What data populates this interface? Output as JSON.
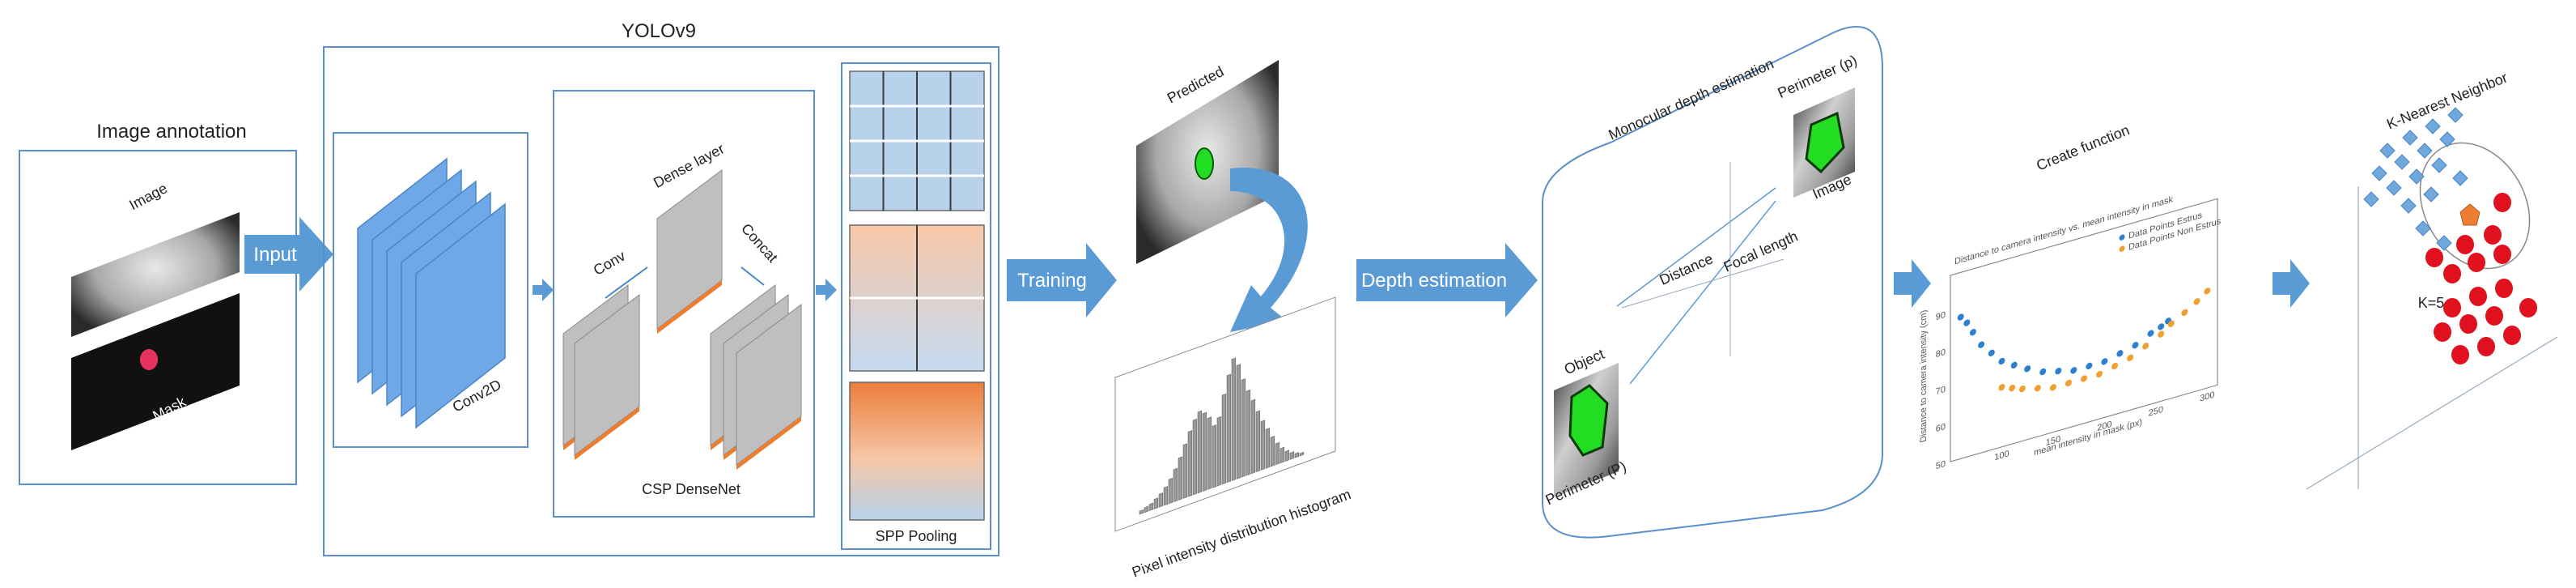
{
  "annotation": {
    "title": "Image annotation",
    "image_label": "Image",
    "mask_label": "Mask"
  },
  "arrows": {
    "input": "Input",
    "training": "Training",
    "depth": "Depth estimation"
  },
  "yolo": {
    "title": "YOLOv9",
    "conv2d_label": "Conv2D",
    "csp_title": "CSP DenseNet",
    "dense_layer": "Dense layer",
    "conv": "Conv",
    "concat": "Concat",
    "spp_title": "SPP Pooling"
  },
  "prediction": {
    "predicted_label": "Predicted",
    "histogram_label": "Pixel intensity distribution histogram"
  },
  "depth_panel": {
    "title": "Monocular depth estimation",
    "object_label": "Object",
    "perimeter_object": "Perimeter (P)",
    "perimeter_image": "Perimeter (p)",
    "image_label": "Image",
    "distance_label": "Distance",
    "focal_label": "Focal length"
  },
  "function_panel": {
    "title": "Create function"
  },
  "knn_panel": {
    "title": "K-Nearest Neighbor",
    "k_label": "K=5"
  },
  "colors": {
    "accent": "#5b9bd5",
    "frame": "#5b8fc7",
    "layer_blue": "#6fa8e6",
    "layer_gray": "#bfbfbf",
    "layer_orange": "#ed7d31",
    "mask_red": "#e8335f",
    "green_region": "#22dd22",
    "estrus_blue": "#2e7fd1",
    "non_estrus_orange": "#f0a030",
    "knn_red": "#e0101e",
    "knn_orange": "#ed7d31",
    "knn_blue": "#6fa8dc"
  },
  "chart_data": {
    "type": "scatter",
    "title": "Distance to camera intensity vs. mean intensity in mask",
    "xlabel": "mean intensity in mask (px)",
    "ylabel": "Distance to camera intensity (cm)",
    "xlim": [
      50,
      310
    ],
    "ylim": [
      50,
      100
    ],
    "xticks": [
      100,
      150,
      200,
      250,
      300
    ],
    "yticks": [
      50,
      60,
      70,
      80,
      90
    ],
    "legend_position": "top-right",
    "series": [
      {
        "name": "Data Points Estrus",
        "color": "#2e7fd1",
        "points": [
          [
            60,
            88
          ],
          [
            66,
            86
          ],
          [
            72,
            83
          ],
          [
            80,
            79
          ],
          [
            90,
            76
          ],
          [
            100,
            73
          ],
          [
            112,
            71
          ],
          [
            125,
            69
          ],
          [
            140,
            67
          ],
          [
            155,
            66
          ],
          [
            170,
            65
          ],
          [
            185,
            65
          ],
          [
            200,
            65
          ],
          [
            215,
            66
          ],
          [
            230,
            67
          ],
          [
            245,
            69
          ],
          [
            255,
            70
          ],
          [
            262,
            71
          ]
        ]
      },
      {
        "name": "Data Points Non Estrus",
        "color": "#f0a030",
        "points": [
          [
            100,
            66
          ],
          [
            110,
            65
          ],
          [
            120,
            64
          ],
          [
            135,
            63
          ],
          [
            150,
            62
          ],
          [
            165,
            62
          ],
          [
            180,
            62
          ],
          [
            195,
            62
          ],
          [
            210,
            63
          ],
          [
            225,
            64
          ],
          [
            240,
            66
          ],
          [
            255,
            68
          ],
          [
            265,
            70
          ],
          [
            278,
            72
          ],
          [
            290,
            74
          ],
          [
            300,
            76
          ]
        ]
      }
    ]
  }
}
